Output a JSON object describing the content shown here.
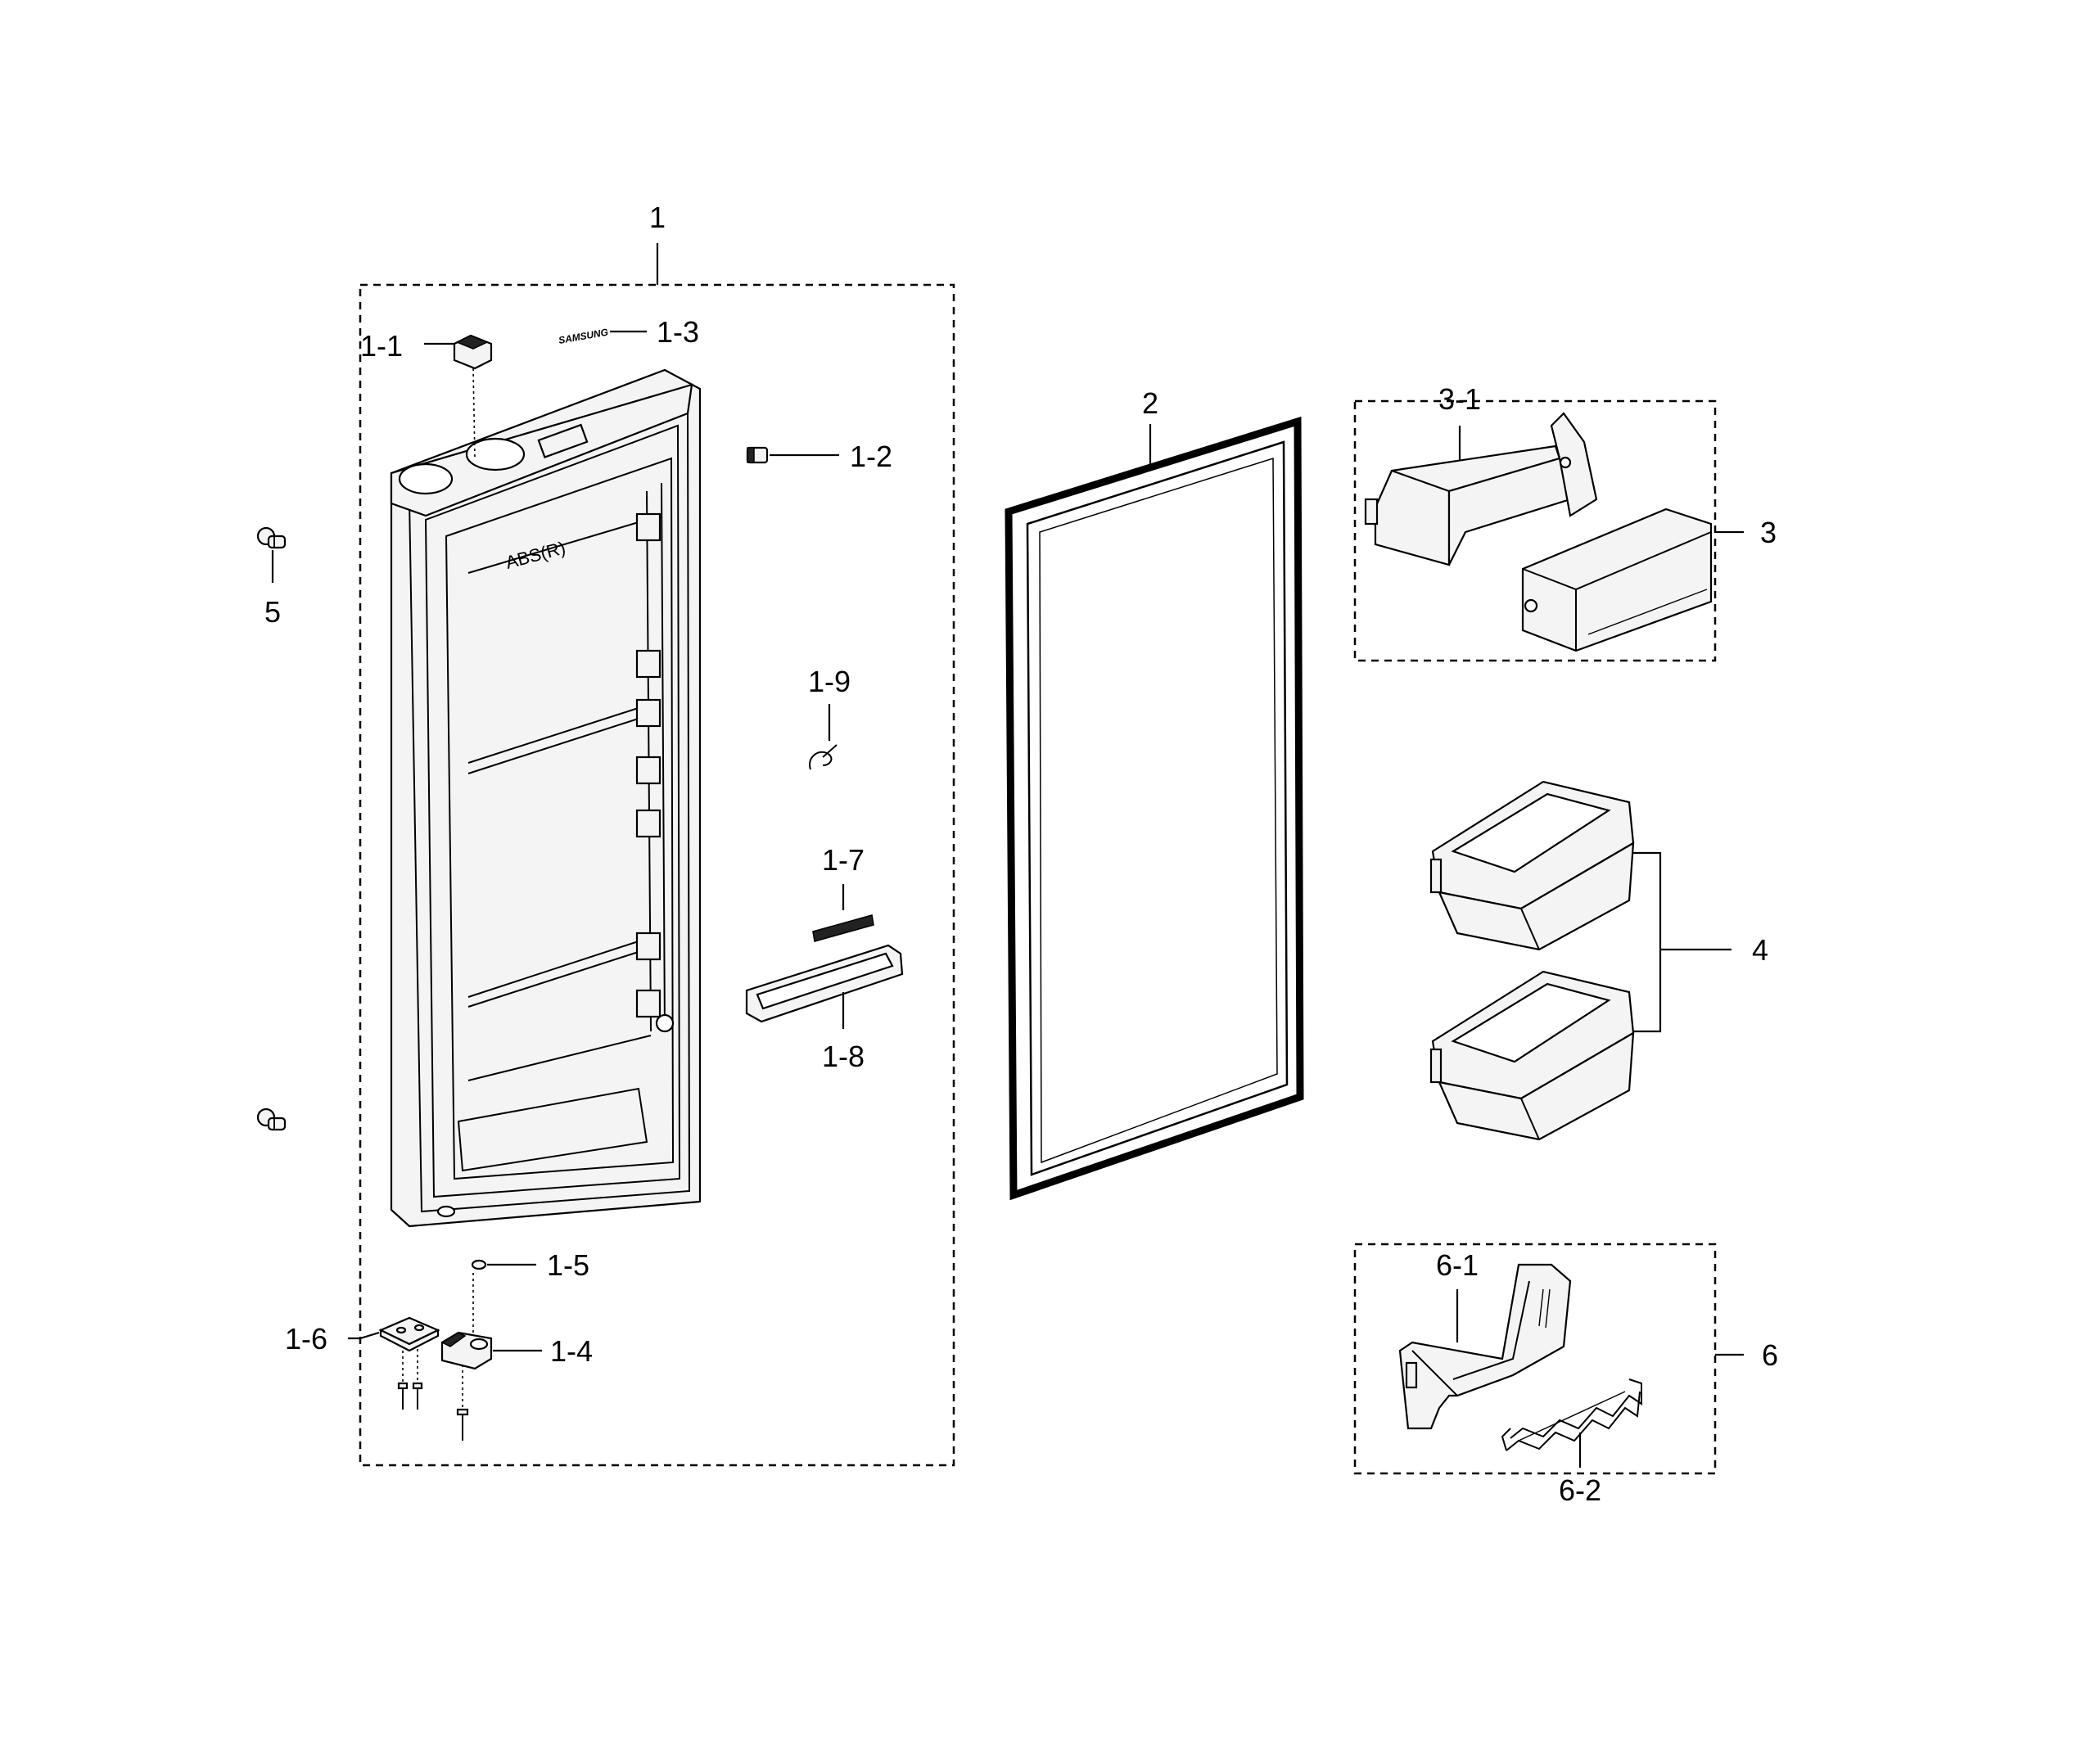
{
  "callouts": {
    "door_assembly": "1",
    "cap_top": "1-1",
    "cap_small": "1-2",
    "logo": "1-3",
    "hinge_bottom": "1-4",
    "washer": "1-5",
    "hinge_plate": "1-6",
    "foam_strip": "1-7",
    "handle_insert": "1-8",
    "wire": "1-9",
    "gasket": "2",
    "guard_assembly": "3",
    "guard_support": "3-1",
    "bins": "4",
    "stopper": "5",
    "guard_shelf_assembly": "6",
    "shelf_bracket": "6-1",
    "wire_rack": "6-2"
  },
  "door_liner_marking": "ABS(R)",
  "logo_text": "SAMSUNG"
}
